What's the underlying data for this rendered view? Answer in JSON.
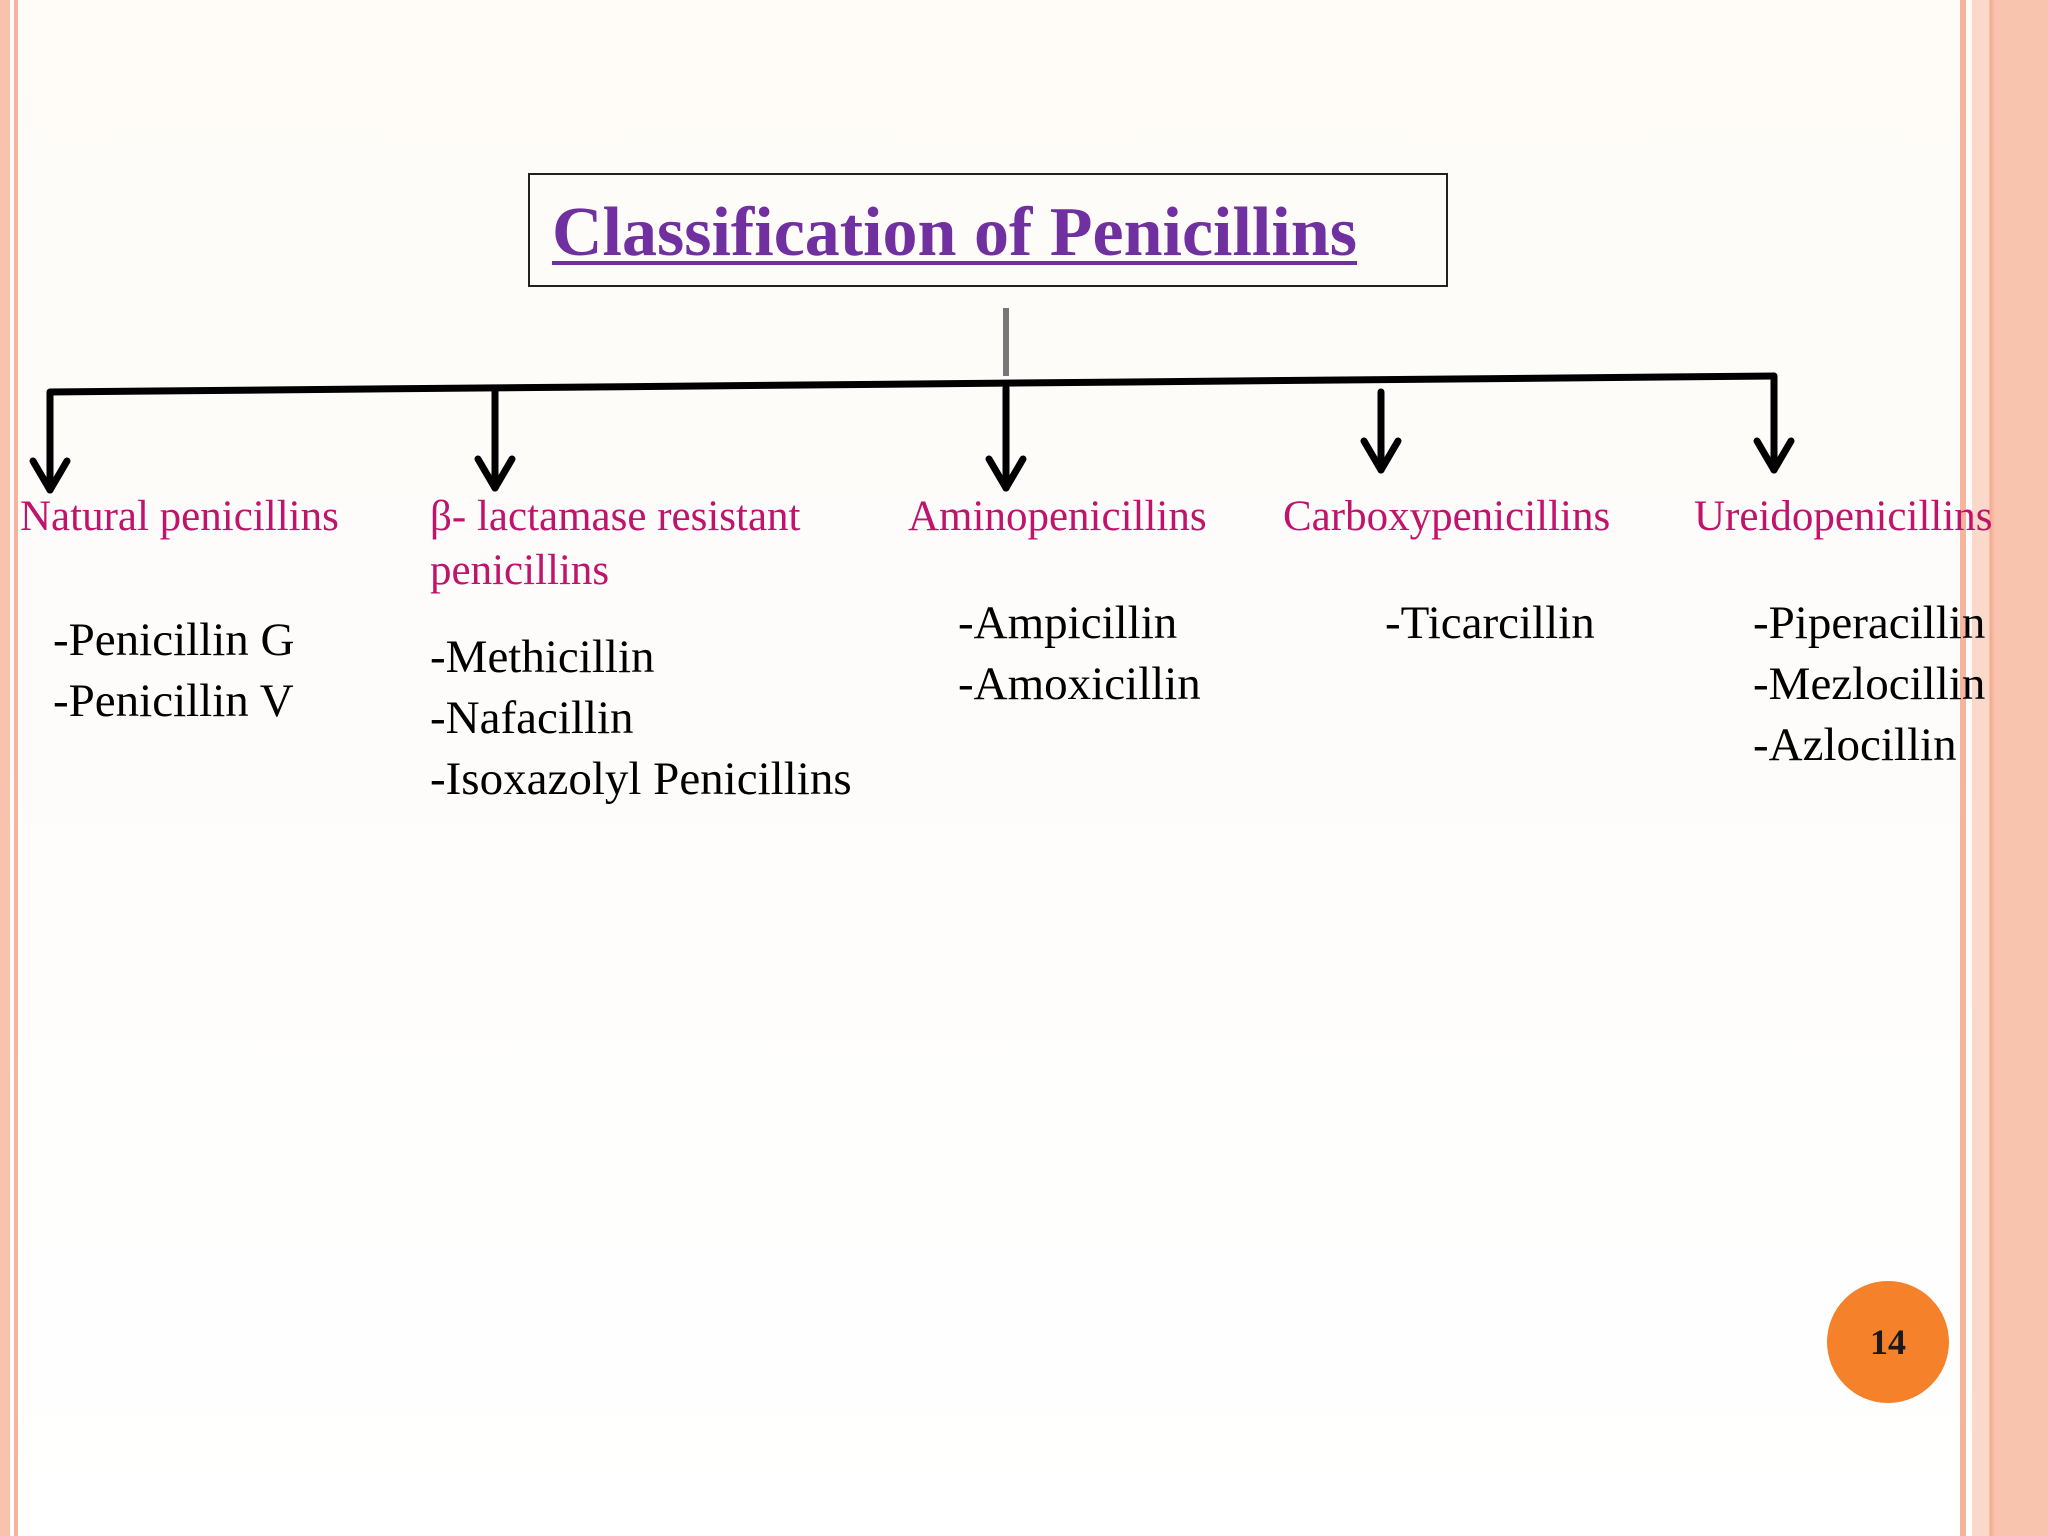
{
  "slide": {
    "title": "Classification of Penicillins",
    "page_number": "14"
  },
  "categories": [
    {
      "name": "Natural penicillins",
      "members": [
        "-Penicillin G",
        "-Penicillin V"
      ]
    },
    {
      "name_line1": "β- lactamase resistant",
      "name_line2": "penicillins",
      "members": [
        "-Methicillin",
        "-Nafacillin",
        "-Isoxazolyl Penicillins"
      ]
    },
    {
      "name": "Aminopenicillins",
      "members": [
        "-Ampicillin",
        "-Amoxicillin"
      ]
    },
    {
      "name": "Carboxypenicillins",
      "members": [
        "-Ticarcillin"
      ]
    },
    {
      "name": "Ureidopenicillins",
      "members": [
        "-Piperacillin",
        "-Mezlocillin",
        "-Azlocillin"
      ]
    }
  ],
  "colors": {
    "title": "#7030a0",
    "category_label": "#c0146c",
    "page_badge": "#f5822a",
    "border_accent": "#f7b9a2"
  }
}
